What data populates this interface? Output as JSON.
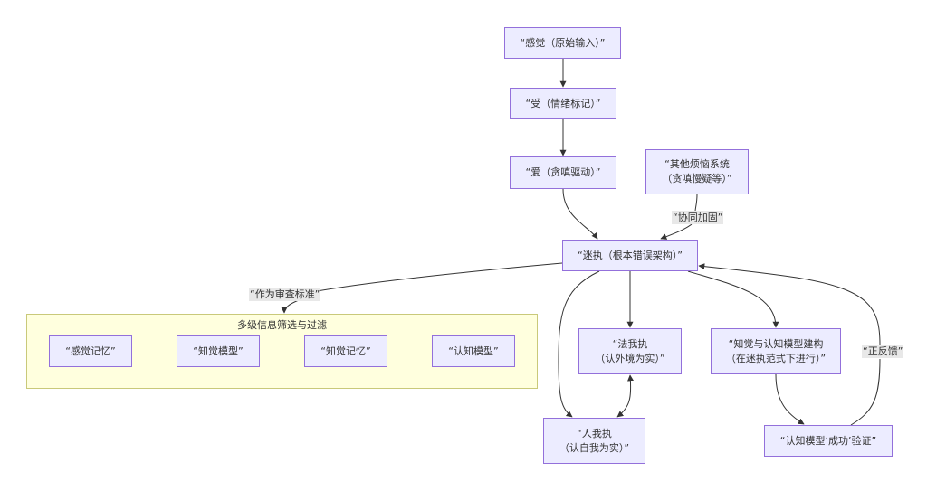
{
  "colors": {
    "node_fill": "#ECECFF",
    "node_border": "#9370DB",
    "cluster_fill": "#ffffde",
    "cluster_border": "#c9c97a",
    "edge": "#333333",
    "label_bg": "#e8e8e8"
  },
  "nodes": {
    "sensation": "“感觉（原始输入）”",
    "feeling": "“受（情绪标记）”",
    "craving": "“爱（贪嗔驱动）”",
    "other_afflictions": "“其他烦恼系统\n（贪嗔慢疑等）”",
    "delusion": "“迷执（根本错误架构）”",
    "dharma_self": "“法我执\n（认外境为实）”",
    "person_self": "“人我执\n（认自我为实）”",
    "model_construction": "“知觉与认知模型建构\n（在迷执范式下进行）”",
    "model_validation": "“认知模型‘成功’验证”",
    "sensory_memory": "“感觉记忆”",
    "perceptual_model": "“知觉模型”",
    "perceptual_memory": "“知觉记忆”",
    "cognitive_model": "“认知模型”"
  },
  "cluster": {
    "title": "多级信息筛选与过滤"
  },
  "edge_labels": {
    "reinforce": "“协同加固”",
    "review_standard": "“作为审查标准”",
    "positive_feedback": "“正反馈”"
  }
}
